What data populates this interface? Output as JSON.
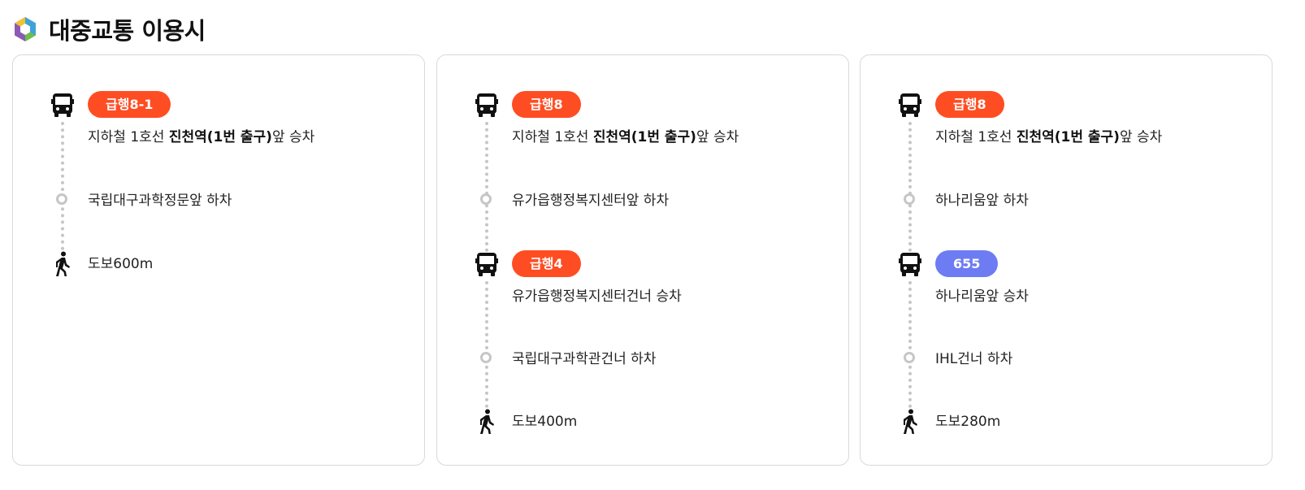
{
  "header": {
    "title": "대중교통 이용시"
  },
  "colors": {
    "express": "#ff4d23",
    "local": "#6d7cf2",
    "dots": "#c6c6c6"
  },
  "cards": [
    {
      "segments": [
        {
          "type": "bus",
          "badge": "급행8-1",
          "board_pre": "지하철 1호선 ",
          "board_bold": "진천역(1번 출구)",
          "board_post": "앞 승차"
        },
        {
          "type": "stop",
          "text": "국립대구과학정문앞 하차"
        },
        {
          "type": "walk",
          "text": "도보600m"
        }
      ]
    },
    {
      "segments": [
        {
          "type": "bus",
          "badge": "급행8",
          "board_pre": "지하철 1호선 ",
          "board_bold": "진천역(1번 출구)",
          "board_post": "앞 승차"
        },
        {
          "type": "stop",
          "text": "유가읍행정복지센터앞 하차"
        },
        {
          "type": "bus",
          "badge": "급행4",
          "board_text": "유가읍행정복지센터건너 승차"
        },
        {
          "type": "stop",
          "text": "국립대구과학관건너 하차"
        },
        {
          "type": "walk",
          "text": "도보400m"
        }
      ]
    },
    {
      "segments": [
        {
          "type": "bus",
          "badge": "급행8",
          "board_pre": "지하철 1호선 ",
          "board_bold": "진천역(1번 출구)",
          "board_post": "앞 승차"
        },
        {
          "type": "stop",
          "text": "하나리움앞 하차"
        },
        {
          "type": "bus",
          "badge": "655",
          "board_text": "하나리움앞 승차"
        },
        {
          "type": "stop",
          "text": "IHL건너 하차"
        },
        {
          "type": "walk",
          "text": "도보280m"
        }
      ]
    }
  ]
}
